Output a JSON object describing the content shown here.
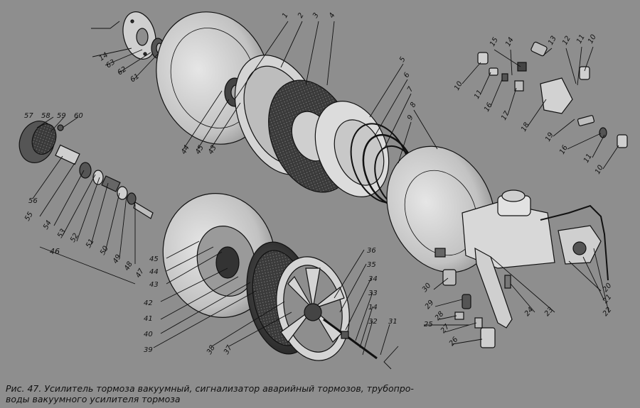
{
  "figure": {
    "caption_line1": "Рис. 47. Усилитель тормоза вакуумный, сигнализатор аварийный тормозов, трубопро-",
    "caption_line2": "воды вакуумного усилителя тормоза"
  },
  "callouts": [
    "1",
    "2",
    "3",
    "4",
    "5",
    "6",
    "7",
    "8",
    "9",
    "10",
    "11",
    "12",
    "13",
    "14",
    "15",
    "16",
    "17",
    "18",
    "19",
    "20",
    "21",
    "22",
    "23",
    "24",
    "25",
    "26",
    "27",
    "28",
    "29",
    "30",
    "31",
    "32",
    "33",
    "34",
    "35",
    "36",
    "37",
    "38",
    "39",
    "40",
    "41",
    "42",
    "43",
    "44",
    "45",
    "46",
    "47",
    "48",
    "49",
    "50",
    "51",
    "52",
    "53",
    "54",
    "55",
    "56",
    "57",
    "58",
    "59",
    "60",
    "61",
    "62",
    "63"
  ],
  "colors": {
    "background": "#8e8e8e",
    "ink": "#111111",
    "paper": "#d6d6d6",
    "dark": "#2a2a2a"
  }
}
